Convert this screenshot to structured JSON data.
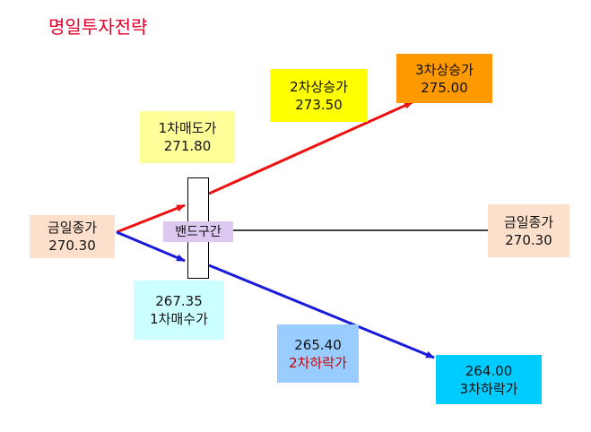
{
  "title": "명일투자전략",
  "colors": {
    "up_line": "#ee1111",
    "down_line": "#1a1adb",
    "flat_line": "#000000"
  },
  "nodes": {
    "today_close_left": {
      "label": "금일종가",
      "value": "270.30",
      "color": "#fde0cc"
    },
    "first_sell": {
      "label": "1차매도가",
      "value": "271.80",
      "color": "#ffff99"
    },
    "second_up": {
      "label": "2차상승가",
      "value": "273.50",
      "color": "#ffff00"
    },
    "third_up": {
      "label": "3차상승가",
      "value": "275.00",
      "color": "#ff9900"
    },
    "band": {
      "label": "밴드구간",
      "color": "#dcc8f0"
    },
    "today_close_right": {
      "label": "금일종가",
      "value": "270.30",
      "color": "#fde0cc"
    },
    "first_buy": {
      "value": "267.35",
      "label": "1차매수가",
      "color": "#ccffff"
    },
    "second_down": {
      "value": "265.40",
      "label": "2차하락가",
      "color": "#99ccff",
      "label_color": "#cc0000"
    },
    "third_down": {
      "value": "264.00",
      "label": "3차하락가",
      "color": "#00ccff"
    }
  }
}
